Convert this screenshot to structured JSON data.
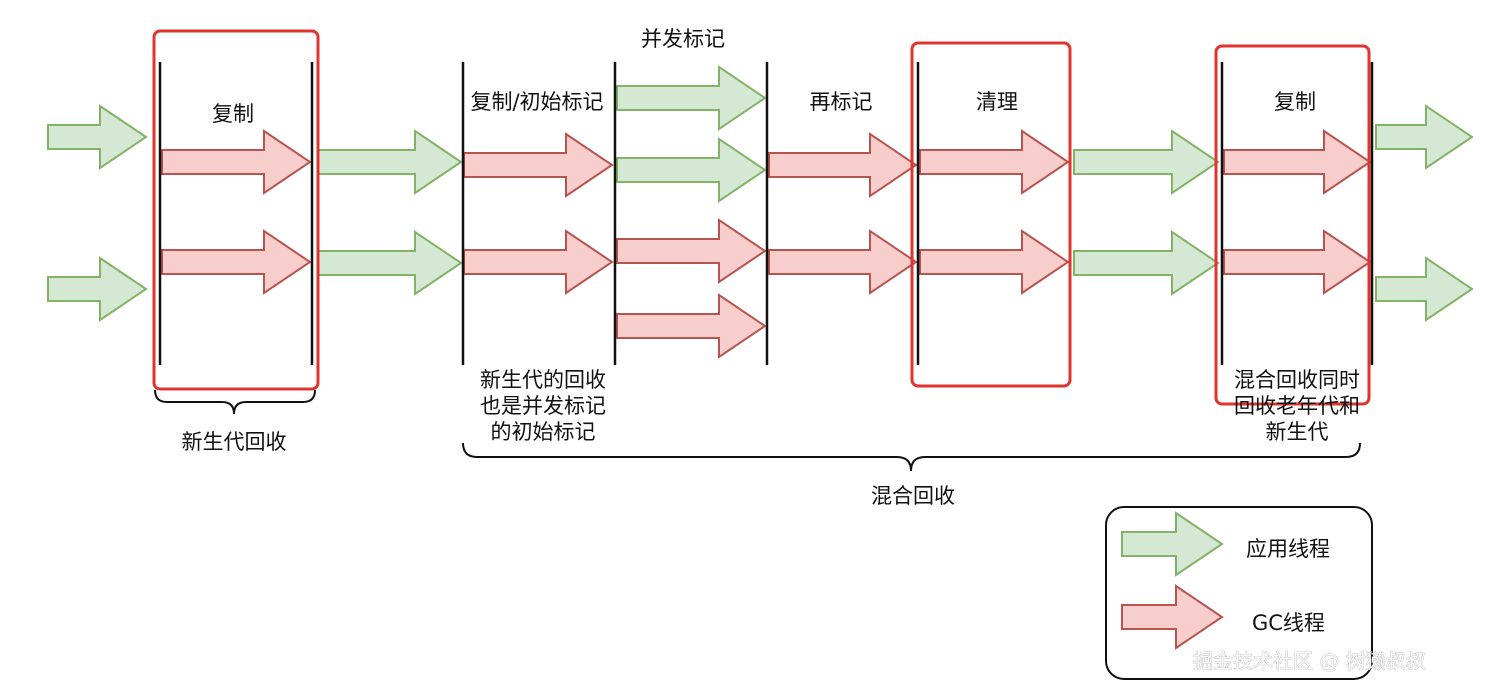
{
  "phases": {
    "young_copy": "复制",
    "concurrent_mark": "并发标记",
    "initial_mark": "复制/初始标记",
    "remark": "再标记",
    "cleanup": "清理",
    "mixed_copy": "复制"
  },
  "notes": {
    "initial_mark_note": [
      "新生代的回收",
      "也是并发标记",
      "的初始标记"
    ],
    "mixed_copy_note": [
      "混合回收同时",
      "回收老年代和",
      "新生代"
    ]
  },
  "braces": {
    "young_gc": "新生代回收",
    "mixed_gc": "混合回收"
  },
  "legend": {
    "app_thread": "应用线程",
    "gc_thread": "GC线程"
  },
  "watermark": "掘金技术社区 @ 树獭叔叔",
  "colors": {
    "app_fill": "#d5e8d4",
    "app_stroke": "#82b366",
    "gc_fill": "#f8cecc",
    "gc_stroke": "#b85450",
    "highlight": "#e0342f"
  }
}
